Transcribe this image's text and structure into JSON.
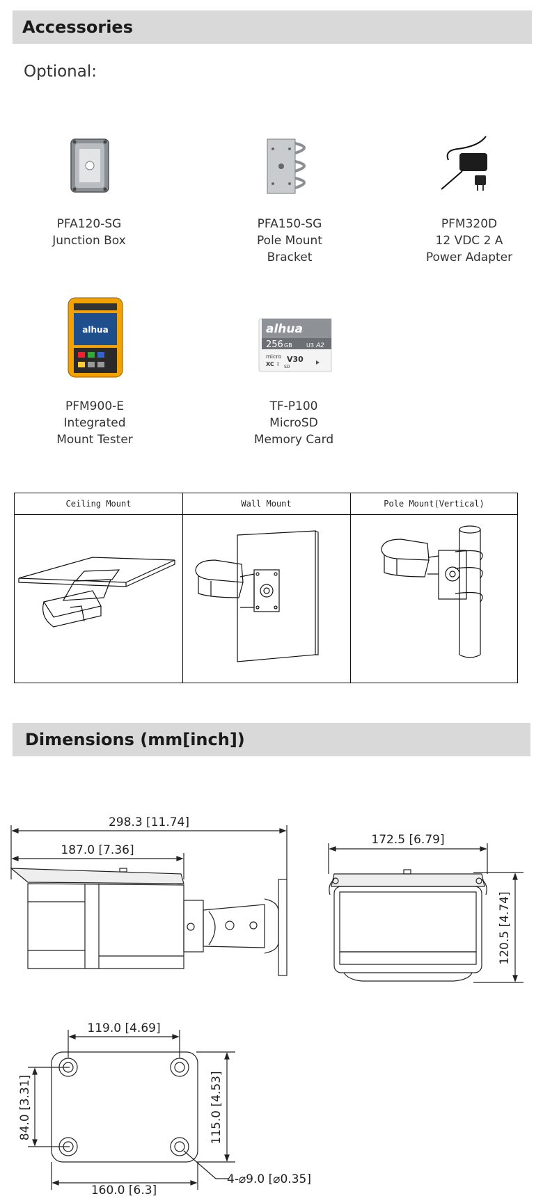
{
  "accessories": {
    "title": "Accessories",
    "optional_label": "Optional:",
    "items": [
      {
        "model": "PFA120-SG",
        "desc1": "Junction Box",
        "desc2": ""
      },
      {
        "model": "PFA150-SG",
        "desc1": "Pole Mount",
        "desc2": "Bracket"
      },
      {
        "model": "PFM320D",
        "desc1": "12 VDC 2 A",
        "desc2": "Power Adapter"
      },
      {
        "model": "PFM900-E",
        "desc1": "Integrated",
        "desc2": "Mount Tester"
      },
      {
        "model": "TF-P100",
        "desc1": "MicroSD",
        "desc2": "Memory Card"
      }
    ],
    "tester_brand": "alhua",
    "card": {
      "brand": "alhua",
      "capacity": "256",
      "unit": "GB",
      "a2": "A2",
      "u3": "U3",
      "v30": "V30",
      "micro": "micro",
      "xc": "XC",
      "sd": "SD",
      "i": "I"
    }
  },
  "mounts": {
    "headers": [
      "Ceiling Mount",
      "Wall Mount",
      "Pole Mount(Vertical)"
    ]
  },
  "dimensions": {
    "title": "Dimensions (mm[inch])",
    "side": {
      "total": "298.3 [11.74]",
      "body": "187.0 [7.36]"
    },
    "front": {
      "width": "172.5 [6.79]",
      "height": "120.5 [4.74]"
    },
    "base": {
      "hole_spacing_x": "119.0 [4.69]",
      "hole_spacing_y": "84.0 [3.31]",
      "height": "115.0 [4.53]",
      "width": "160.0 [6.3]",
      "holes": "4-⌀9.0 [⌀0.35]"
    }
  }
}
